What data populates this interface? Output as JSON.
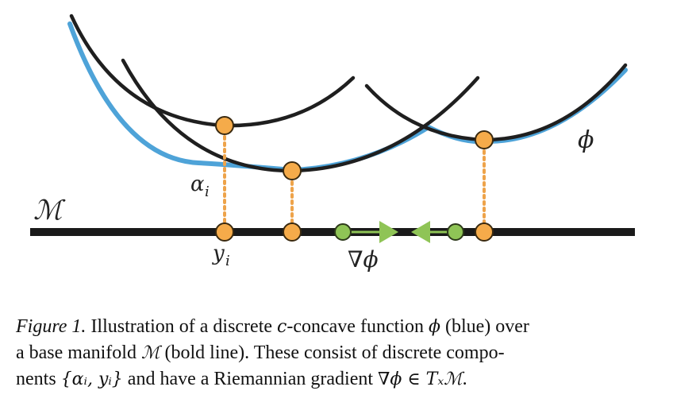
{
  "figure": {
    "labels": {
      "manifold": "ℳ",
      "phi": "ϕ",
      "alpha_i": "α",
      "alpha_sub": "i",
      "y_i": "y",
      "y_sub": "i",
      "grad": "∇ϕ"
    },
    "colors": {
      "envelope": "#4ea3d8",
      "curve": "#1f1f1f",
      "point_fill": "#f5ab4a",
      "point_stroke": "#3a2a10",
      "dotted": "#eea34a",
      "grad_green": "#8fc456",
      "grad_arrow": "#8fc456",
      "manifold_line": "#1a1a1a"
    }
  },
  "caption": {
    "fig_label": "Figure 1.",
    "line1_a": " Illustration of a discrete ",
    "line1_c": "c",
    "line1_b": "-concave function ",
    "line1_phi": "ϕ",
    "line1_c2": " (blue) over",
    "line2_a": "a base manifold ",
    "line2_m": "ℳ",
    "line2_b": " (bold line). These consist of discrete compo-",
    "line3_a": "nents ",
    "line3_set": "{αᵢ, yᵢ}",
    "line3_b": " and have a Riemannian gradient ",
    "line3_grad": "∇ϕ ∈ Tₓℳ",
    "line3_c": "."
  }
}
